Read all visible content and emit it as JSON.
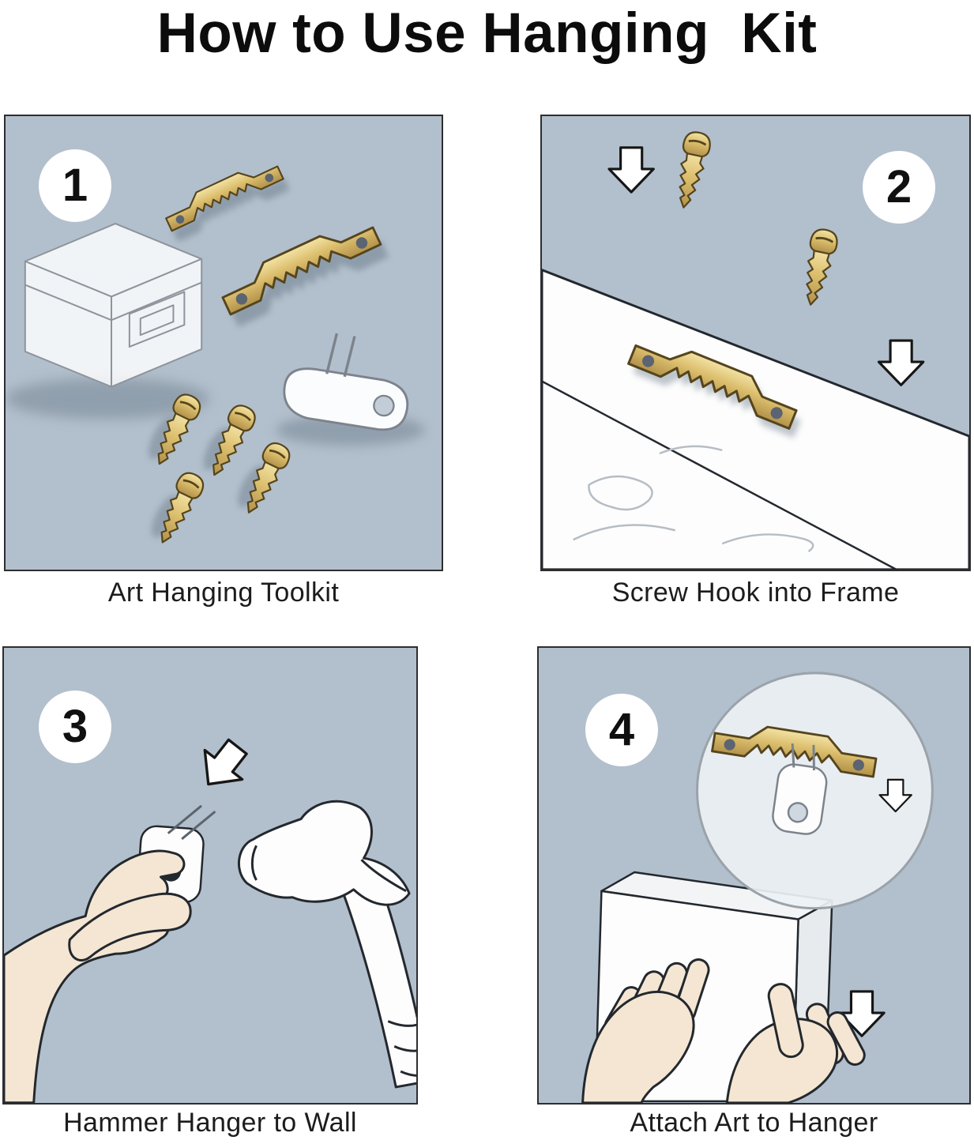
{
  "title": "How to Use Hanging  Kit",
  "steps": [
    {
      "number": "1",
      "caption": "Art Hanging Toolkit"
    },
    {
      "number": "2",
      "caption": "Screw Hook into Frame"
    },
    {
      "number": "3",
      "caption": "Hammer Hanger to Wall"
    },
    {
      "number": "4",
      "caption": "Attach Art to Hanger"
    }
  ],
  "colors": {
    "panel_background": "#b2bfcc",
    "brass": "#dcbf6e",
    "brass_dark": "#b2914a",
    "outline": "#23282e",
    "skin": "#f4e6d2",
    "shadow": "#70808f"
  }
}
